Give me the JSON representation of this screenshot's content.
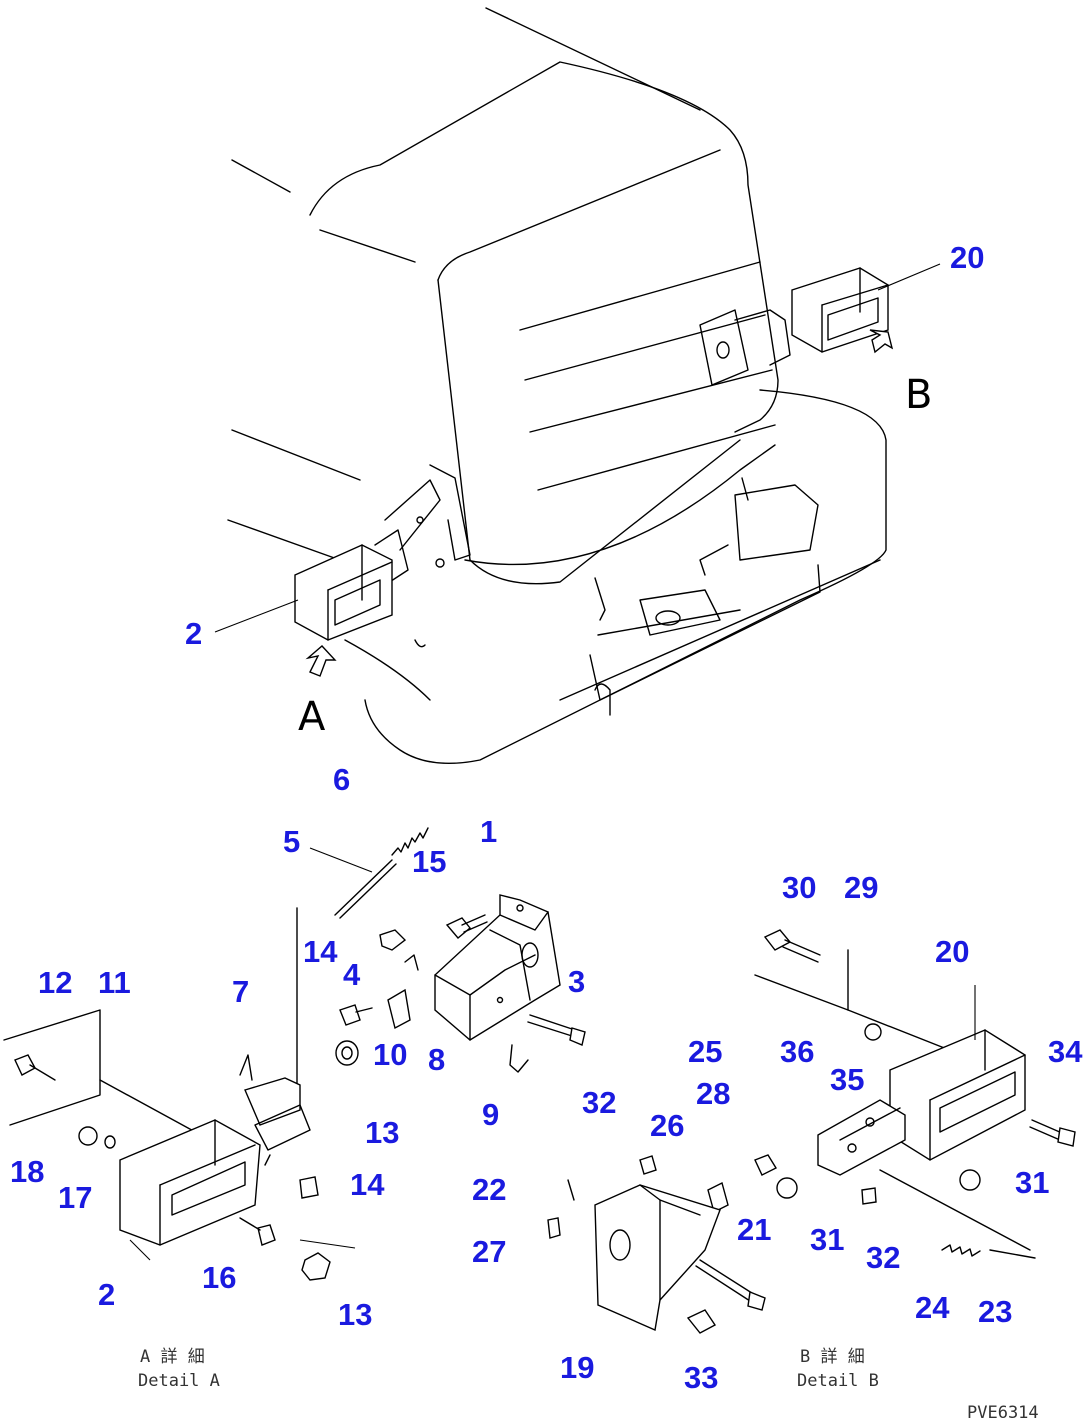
{
  "view_labels": {
    "a": "A",
    "b": "B"
  },
  "detail_captions": {
    "a_jp": "A 詳 細",
    "a_en": "Detail A",
    "b_jp": "B 詳 細",
    "b_en": "Detail B"
  },
  "drawing_code": "PVE6314",
  "callouts": {
    "c2_top": "2",
    "c20_top": "20",
    "c6": "6",
    "c5": "5",
    "c1": "1",
    "c15": "15",
    "c14a": "14",
    "c4": "4",
    "c3": "3",
    "c8": "8",
    "c10": "10",
    "c9": "9",
    "c13a": "13",
    "c14b": "14",
    "c7": "7",
    "c12": "12",
    "c11": "11",
    "c18": "18",
    "c17": "17",
    "c16": "16",
    "c2_bot": "2",
    "c13b": "13",
    "c30": "30",
    "c29": "29",
    "c20_bot": "20",
    "c34": "34",
    "c25": "25",
    "c36": "36",
    "c35": "35",
    "c28": "28",
    "c32a": "32",
    "c26": "26",
    "c31a": "31",
    "c22": "22",
    "c21": "21",
    "c31b": "31",
    "c32b": "32",
    "c27": "27",
    "c24": "24",
    "c23": "23",
    "c19": "19",
    "c33": "33"
  }
}
